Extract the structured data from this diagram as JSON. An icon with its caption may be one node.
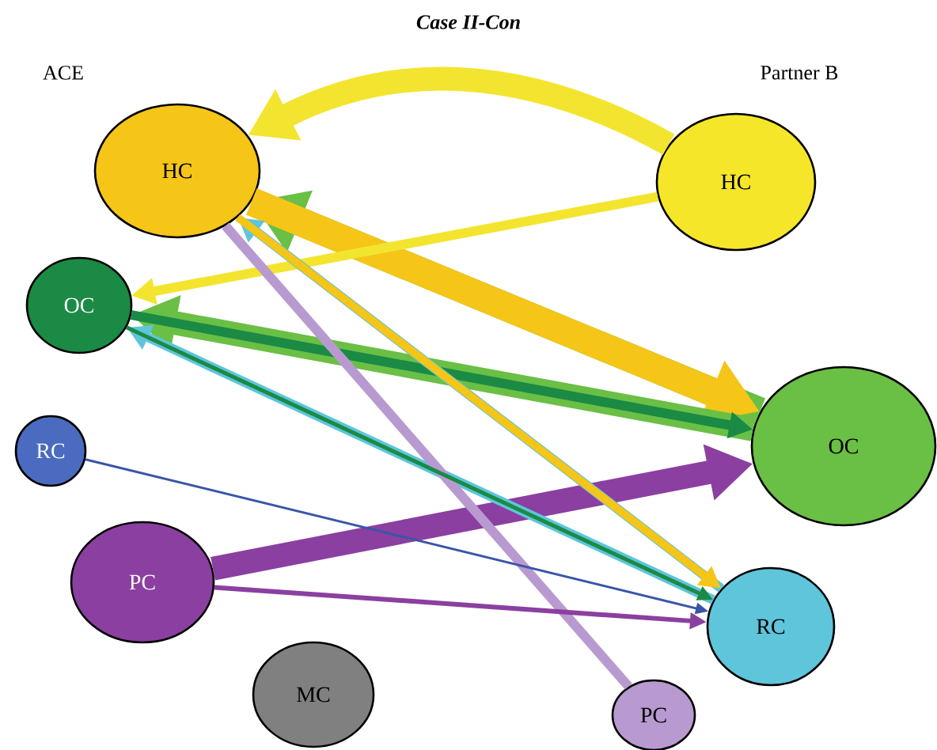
{
  "diagram": {
    "title": "Case II-Con",
    "nodes": [
      {
        "text": [
          "HC"
        ]
      },
      {
        "text": [
          "OC"
        ]
      },
      {
        "text": [
          "RC"
        ]
      },
      {
        "text": [
          "PC"
        ]
      },
      {
        "text": [
          "MC"
        ]
      },
      {
        "text": [
          "HC"
        ]
      },
      {
        "text": [
          "OC"
        ]
      },
      {
        "text": [
          "RC"
        ]
      },
      {
        "text": [
          "PC"
        ]
      }
    ],
    "edges": [
      {
        "from": 5,
        "to": 0,
        "arrow": "to",
        "style": "thick",
        "color": "#f3e52f"
      },
      {
        "from": 5,
        "to": 1,
        "arrow": "to",
        "color": "#f3e52f"
      },
      {
        "from": 6,
        "to": 0,
        "arrow": "to",
        "style": "thick",
        "color": "#6abf45"
      },
      {
        "from": 6,
        "to": 1,
        "arrow": "to",
        "style": "thick",
        "color": "#6abf45"
      },
      {
        "from": 0,
        "to": 6,
        "arrow": "to",
        "style": "thick",
        "color": "#f5c518"
      },
      {
        "from": 0,
        "to": 7,
        "arrow": "to",
        "color": "#f5c518"
      },
      {
        "from": 1,
        "to": 6,
        "arrow": "to",
        "color": "#1b8a45"
      },
      {
        "from": 1,
        "to": 7,
        "arrow": "to",
        "color": "#1b8a45"
      },
      {
        "from": 7,
        "to": 0,
        "arrow": "to",
        "color": "#5ec5db"
      },
      {
        "from": 7,
        "to": 1,
        "arrow": "to",
        "color": "#5ec5db"
      },
      {
        "from": 2,
        "to": 7,
        "arrow": "to",
        "color": "#3a55a8"
      },
      {
        "from": 3,
        "to": 6,
        "arrow": "to",
        "style": "thick",
        "color": "#8b3fa0"
      },
      {
        "from": 3,
        "to": 7,
        "arrow": "to",
        "color": "#8b3fa0"
      },
      {
        "from": 8,
        "to": 0,
        "arrow": "none",
        "color": "#b89ad0"
      }
    ],
    "labels": [
      "ACE",
      "Partner B"
    ]
  }
}
